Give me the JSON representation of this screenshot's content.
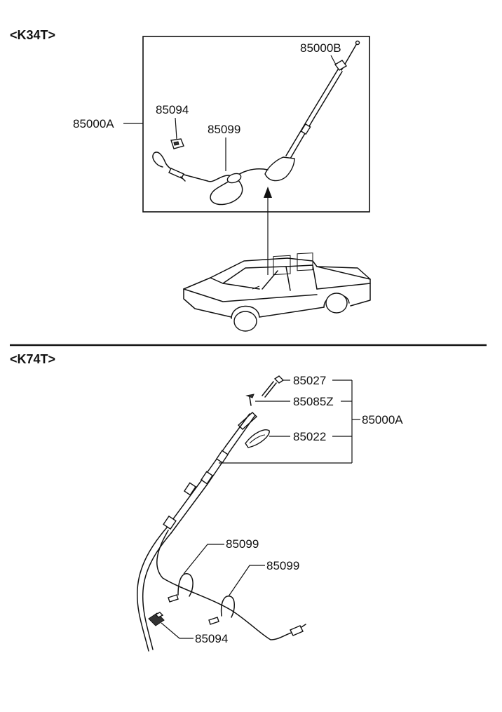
{
  "sections": [
    {
      "title": "<K34T>",
      "labels": {
        "antenna_assembly": "85000A",
        "mast": "85000B",
        "clip": "85094",
        "clamp": "85099"
      }
    },
    {
      "title": "<K74T>",
      "labels": {
        "antenna_assembly": "85000A",
        "rod_tip": "85027",
        "screw": "85085Z",
        "pad": "85022",
        "clamp_a": "85099",
        "clamp_b": "85099",
        "clip": "85094"
      }
    }
  ]
}
